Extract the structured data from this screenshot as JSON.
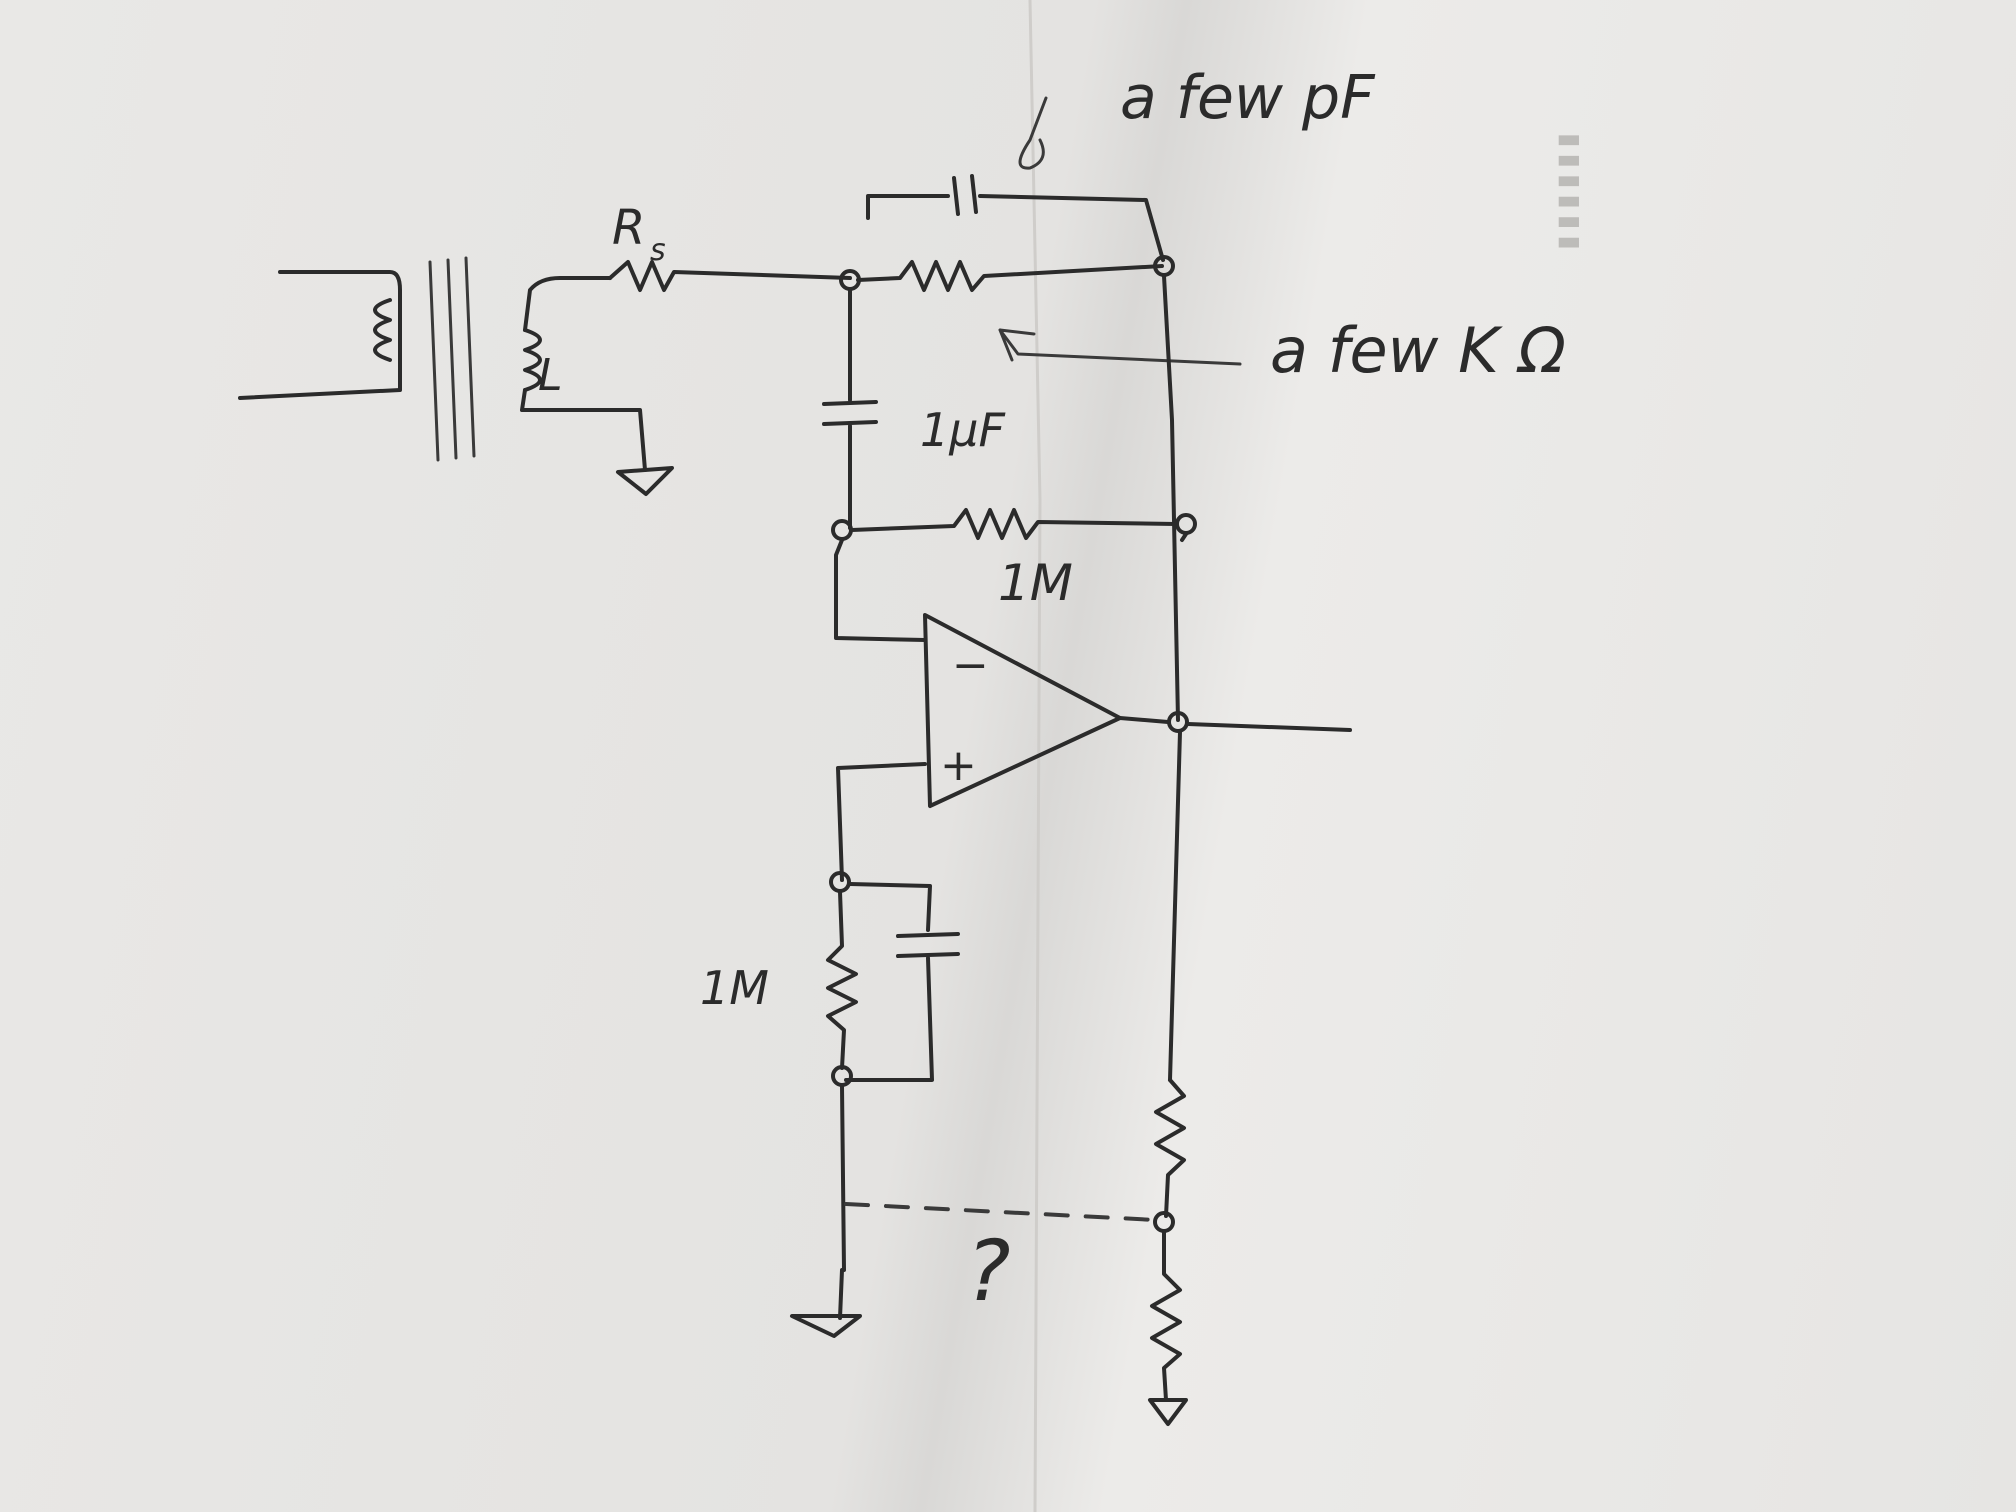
{
  "labels": {
    "rs": "R",
    "rs_sub": "s",
    "inductor": "L",
    "feedback_cap": "a few pF",
    "feedback_res": "a few K Ω",
    "cap_1u": "1μF",
    "res_1m_top": "1M",
    "res_1m_bottom": "1M",
    "question": "?",
    "opamp_minus": "−",
    "opamp_plus": "+"
  },
  "colors": {
    "ink": "#2b2b2b",
    "paper": "#e6e5e3"
  }
}
